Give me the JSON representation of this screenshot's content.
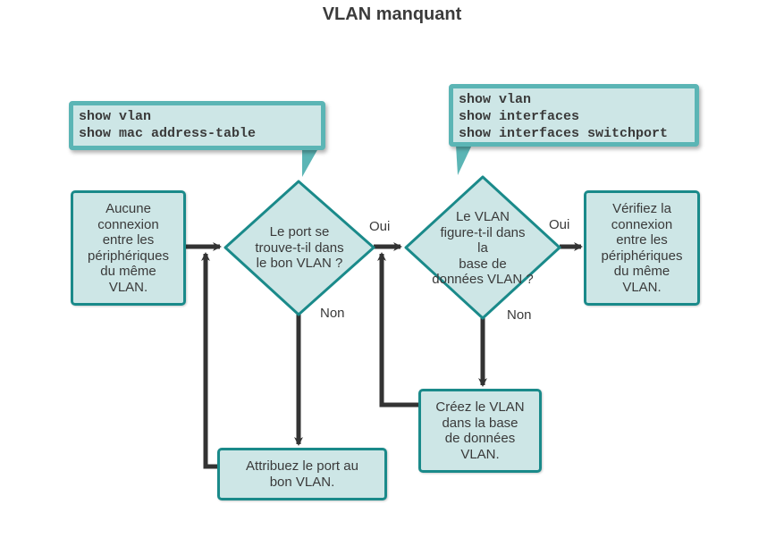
{
  "title": "VLAN manquant",
  "callouts": [
    {
      "lines": [
        "show vlan",
        "show mac address-table"
      ]
    },
    {
      "lines": [
        "show vlan",
        "show interfaces",
        "show interfaces switchport"
      ]
    }
  ],
  "nodes": {
    "start": "Aucune\nconnexion\nentre les\npériphériques\ndu même\nVLAN.",
    "decision1": "Le port se\ntrouve-t-il dans\nle bon VLAN ?",
    "decision2": "Le VLAN\nfigure-t-il dans\nla\nbase de\ndonnées VLAN ?",
    "end": "Vérifiez la\nconnexion\nentre les\npériphériques\ndu même\nVLAN.",
    "assign": "Attribuez le port au\nbon VLAN.",
    "create": "Créez le VLAN\ndans la base\nde données\nVLAN."
  },
  "edge_labels": {
    "d1_yes": "Oui",
    "d1_no": "Non",
    "d2_yes": "Oui",
    "d2_no": "Non"
  },
  "colors": {
    "box_fill": "#cde6e6",
    "box_border": "#1a8a8a",
    "callout_border": "#5bb5b5",
    "arrow": "#333333"
  }
}
